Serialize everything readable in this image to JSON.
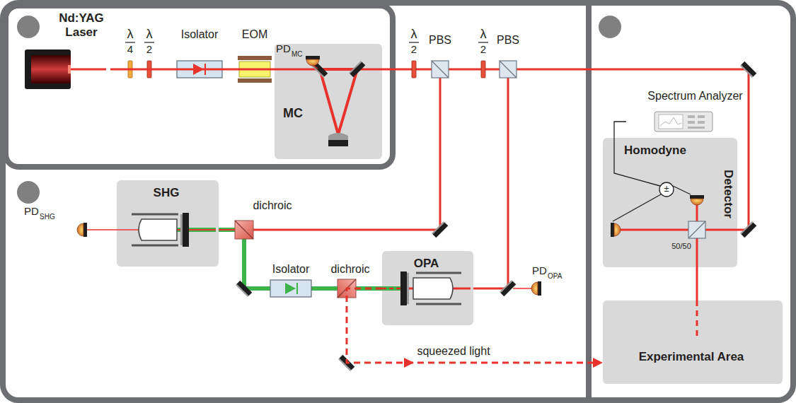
{
  "diagram": {
    "nodes": [
      {
        "text": [
          "Nd:YAG Laser"
        ]
      },
      {
        "text": [
          "MC"
        ]
      },
      {
        "text": [
          "SHG"
        ]
      },
      {
        "text": [
          "OPA"
        ]
      },
      {
        "text": [
          "Spectrum Analyzer"
        ]
      },
      {
        "text": [
          "Homodyne",
          "Detector"
        ]
      },
      {
        "text": [
          "Experimental Area"
        ]
      }
    ],
    "edges": [
      {
        "from": 0,
        "to": 1,
        "arrow": "none"
      },
      {
        "from": 3,
        "to": 6,
        "arrow": "to",
        "label": "squeezed light"
      },
      {
        "from": 5,
        "to": 6,
        "arrow": "none"
      },
      {
        "from": 4,
        "to": 5,
        "arrow": "none"
      }
    ],
    "labels": [
      "λ",
      "4",
      "λ",
      "2",
      "Isolator",
      "EOM",
      "PD",
      "MC",
      "λ",
      "2",
      "PBS",
      "λ",
      "2",
      "PBS",
      "PD",
      "SHG",
      "dichroic",
      "Isolator",
      "dichroic",
      "PD",
      "OPA",
      "±",
      "50/50"
    ]
  }
}
